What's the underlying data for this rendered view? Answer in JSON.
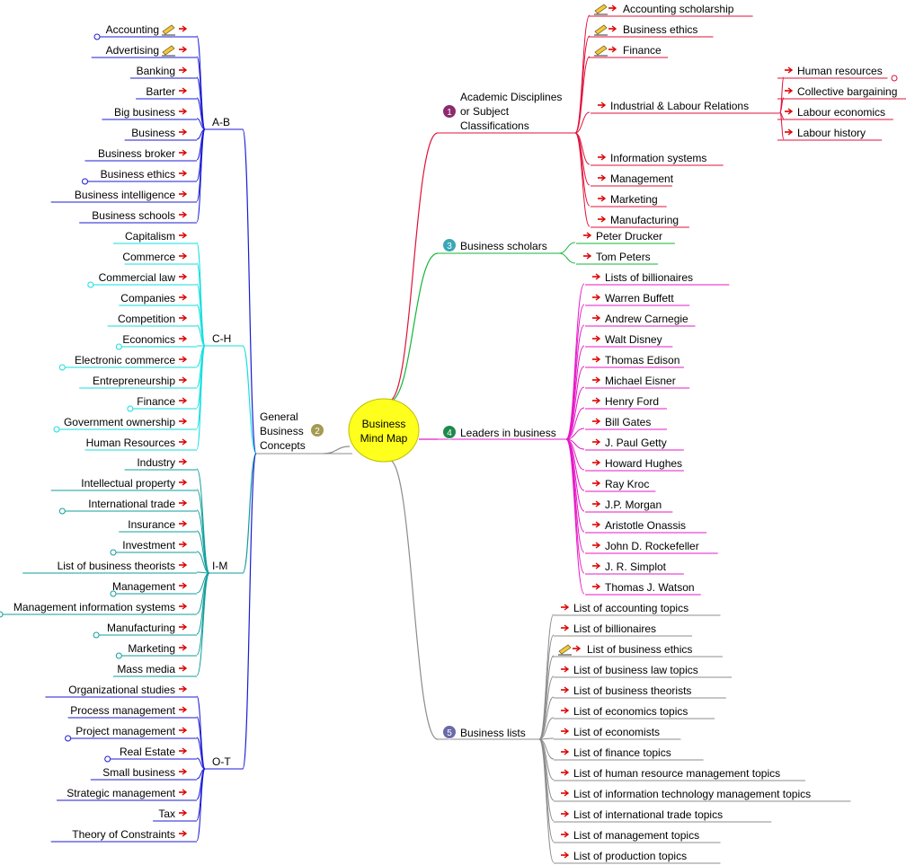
{
  "center": {
    "lines": [
      "Business",
      "Mind Map"
    ]
  },
  "branches": [
    {
      "id": "academic",
      "number": "1",
      "color": "#e0103a",
      "badge": "#8b2a6e",
      "label_lines": [
        "Academic Disciplines",
        "or Subject",
        "Classifications"
      ],
      "children": [
        {
          "label": "Accounting scholarship",
          "icon": true
        },
        {
          "label": "Business ethics",
          "icon": true
        },
        {
          "label": "Finance",
          "icon": true
        },
        {
          "label": "Industrial & Labour Relations",
          "children": [
            {
              "label": "Human resources",
              "link": true
            },
            {
              "label": "Collective bargaining"
            },
            {
              "label": "Labour economics"
            },
            {
              "label": "Labour history"
            }
          ]
        },
        {
          "label": "Information systems"
        },
        {
          "label": "Management"
        },
        {
          "label": "Marketing"
        },
        {
          "label": "Manufacturing"
        }
      ]
    },
    {
      "id": "scholars",
      "number": "3",
      "color": "#16b53a",
      "badge": "#3aa7b5",
      "label_lines": [
        "Business scholars"
      ],
      "children": [
        {
          "label": "Peter Drucker"
        },
        {
          "label": "Tom Peters"
        }
      ]
    },
    {
      "id": "leaders",
      "number": "4",
      "color": "#e619c8",
      "badge": "#1f8a4a",
      "label_lines": [
        "Leaders in business"
      ],
      "children": [
        {
          "label": "Lists of billionaires"
        },
        {
          "label": "Warren Buffett"
        },
        {
          "label": "Andrew Carnegie"
        },
        {
          "label": "Walt Disney"
        },
        {
          "label": "Thomas Edison"
        },
        {
          "label": "Michael Eisner"
        },
        {
          "label": "Henry Ford"
        },
        {
          "label": "Bill Gates"
        },
        {
          "label": "J. Paul Getty"
        },
        {
          "label": "Howard Hughes"
        },
        {
          "label": "Ray Kroc"
        },
        {
          "label": "J.P. Morgan"
        },
        {
          "label": "Aristotle Onassis"
        },
        {
          "label": "John D. Rockefeller"
        },
        {
          "label": "J. R. Simplot"
        },
        {
          "label": "Thomas J. Watson"
        }
      ]
    },
    {
      "id": "lists",
      "number": "5",
      "color": "#8c8c8c",
      "badge": "#6a6aa8",
      "label_lines": [
        "Business lists"
      ],
      "children": [
        {
          "label": "List of accounting topics"
        },
        {
          "label": "List of billionaires"
        },
        {
          "label": "List of business ethics",
          "icon": true
        },
        {
          "label": "List of business law topics"
        },
        {
          "label": "List of business theorists"
        },
        {
          "label": "List of economics topics"
        },
        {
          "label": "List of economists"
        },
        {
          "label": "List of finance topics"
        },
        {
          "label": "List of human resource management topics"
        },
        {
          "label": "List of information technology management topics"
        },
        {
          "label": "List of international trade topics"
        },
        {
          "label": "List of management topics"
        },
        {
          "label": "List of production topics"
        }
      ]
    },
    {
      "id": "general",
      "number": "2",
      "color": "#2a3ab0",
      "badge": "#a59a52",
      "label_lines": [
        "General",
        "Business",
        "Concepts"
      ],
      "groups": [
        {
          "label": "A-B",
          "color": "#1b1bd4",
          "children": [
            {
              "label": "Accounting",
              "icon": true,
              "link": true
            },
            {
              "label": "Advertising",
              "icon": true
            },
            {
              "label": "Banking"
            },
            {
              "label": "Barter"
            },
            {
              "label": "Big business"
            },
            {
              "label": "Business"
            },
            {
              "label": "Business broker"
            },
            {
              "label": "Business ethics",
              "link": true
            },
            {
              "label": "Business intelligence"
            },
            {
              "label": "Business schools"
            }
          ]
        },
        {
          "label": "C-H",
          "color": "#16dede",
          "children": [
            {
              "label": "Capitalism"
            },
            {
              "label": "Commerce"
            },
            {
              "label": "Commercial law",
              "link": true
            },
            {
              "label": "Companies"
            },
            {
              "label": "Competition"
            },
            {
              "label": "Economics",
              "link": true
            },
            {
              "label": "Electronic commerce",
              "link": true
            },
            {
              "label": "Entrepreneurship"
            },
            {
              "label": "Finance",
              "link": true
            },
            {
              "label": "Government ownership",
              "link": true
            },
            {
              "label": "Human Resources"
            }
          ]
        },
        {
          "label": "I-M",
          "color": "#129d9d",
          "children": [
            {
              "label": "Industry"
            },
            {
              "label": "Intellectual property"
            },
            {
              "label": "International trade",
              "link": true
            },
            {
              "label": "Insurance"
            },
            {
              "label": "Investment",
              "link": true
            },
            {
              "label": "List of business theorists"
            },
            {
              "label": "Management",
              "link": true
            },
            {
              "label": "Management information systems",
              "link": true
            },
            {
              "label": "Manufacturing",
              "link": true
            },
            {
              "label": "Marketing",
              "link": true
            },
            {
              "label": "Mass media"
            }
          ]
        },
        {
          "label": "O-T",
          "color": "#1b1bd4",
          "children": [
            {
              "label": "Organizational studies"
            },
            {
              "label": "Process management"
            },
            {
              "label": "Project management",
              "link": true
            },
            {
              "label": "Real Estate",
              "link": true
            },
            {
              "label": "Small business"
            },
            {
              "label": "Strategic management"
            },
            {
              "label": "Tax"
            },
            {
              "label": "Theory of Constraints"
            }
          ]
        }
      ]
    }
  ],
  "colors": {
    "arrow": "#dd0000",
    "center_fill": "#ffff1e",
    "center_stroke": "#bdbd00",
    "text": "#000000"
  }
}
